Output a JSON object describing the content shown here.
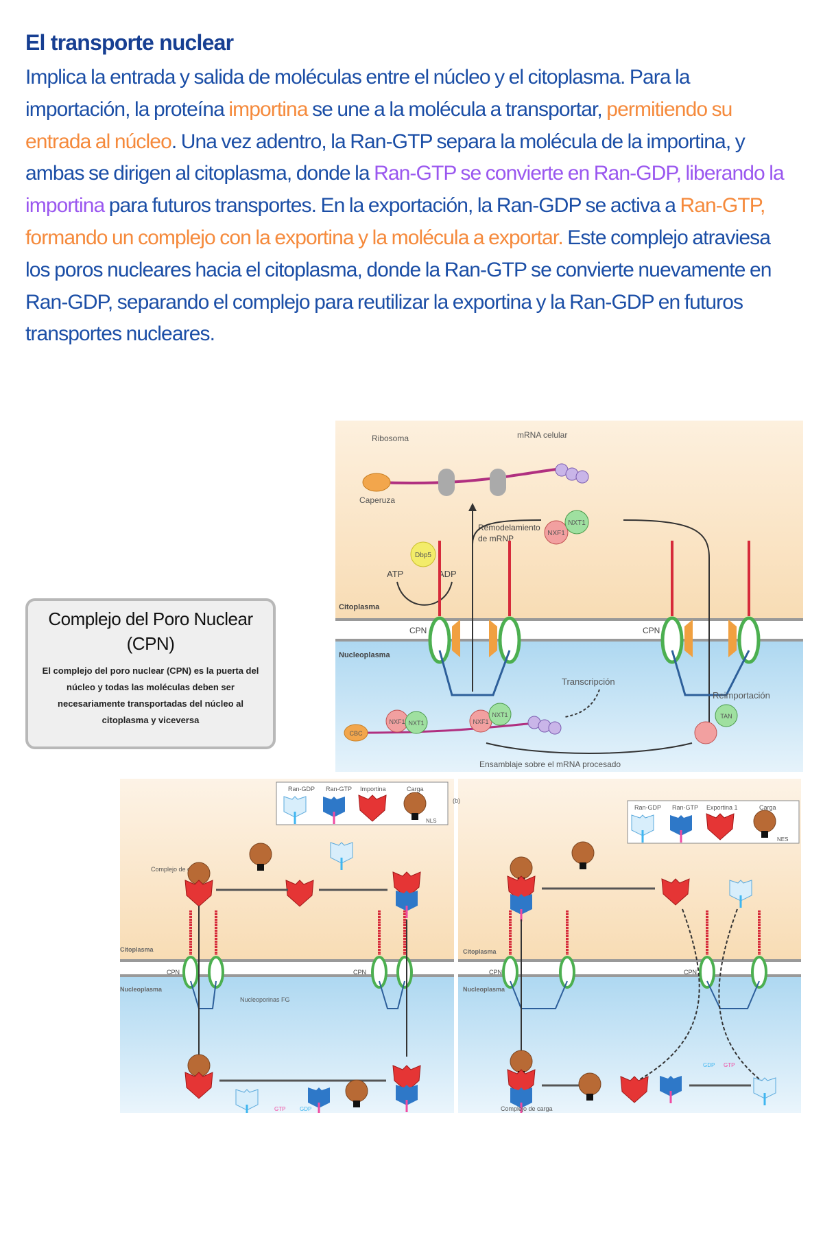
{
  "heading": "El transporte nuclear",
  "paragraph": {
    "s1": "Implica la entrada y salida de moléculas entre el núcleo y el citoplasma. Para la importación, la proteína ",
    "s2_orange": "importina",
    "s3": " se une a la molécula a transportar, ",
    "s4_orange": "permitiendo su entrada al núcleo",
    "s5": ". Una vez adentro, la Ran-GTP separa la molécula de la importina, y ambas se dirigen al citoplasma, donde la ",
    "s6_purple": "Ran-GTP se convierte en Ran-GDP, liberando la importina",
    "s7": " para futuros transportes. En la exportación, la Ran-GDP se activa a ",
    "s8_orange": "Ran-GTP, formando un complejo con la exportina y la molécula a exportar.",
    "s9": " Este complejo atraviesa los poros nucleares hacia el citoplasma, donde la Ran-GTP se convierte nuevamente en Ran-GDP, separando el complejo para reutilizar la exportina y la Ran-GDP en futuros transportes nucleares."
  },
  "colors": {
    "text": "#1b4ea6",
    "orange": "#f58a3c",
    "purple": "#9a57ef",
    "cytoplasm": "#fbe3c3",
    "nucleoplasm": "#bfe0f3"
  },
  "cpn_box": {
    "title": "Complejo del Poro Nuclear (CPN)",
    "body": "El complejo del poro nuclear (CPN) es la puerta del núcleo y todas las moléculas deben ser necesariamente transportadas del núcleo al citoplasma y viceversa"
  },
  "mrna_diagram": {
    "ribosoma": "Ribosoma",
    "mrna_celular": "mRNA celular",
    "caperuza": "Caperuza",
    "remodelamiento": "Remodelamiento",
    "de_mrnp": "de mRNP",
    "atp": "ATP",
    "adp": "ADP",
    "dbp5": "Dbp5",
    "nxt1": "NXT1",
    "nxf1": "NXF1",
    "citoplasma": "Citoplasma",
    "nucleoplasma": "Nucleoplasma",
    "cpn": "CPN",
    "transcripcion": "Transcripción",
    "reimportacion": "Reimportación",
    "tan": "TAN",
    "cbc": "CBC",
    "ensamblaje": "Ensamblaje sobre el mRNA procesado"
  },
  "transport_diagram": {
    "legend_a": [
      "Ran-GDP",
      "Ran-GTP",
      "Importina",
      "Carga"
    ],
    "legend_b": [
      "Ran-GDP",
      "Ran-GTP",
      "Exportina 1",
      "Carga"
    ],
    "nls": "NLS",
    "nes": "NES",
    "panel_b": "(b)",
    "complejo_carga": "Complejo de carga",
    "citoplasma": "Citoplasma",
    "nucleoplasma": "Nucleoplasma",
    "cpn": "CPN",
    "nucleoporinas": "Nucleoporinas FG",
    "gtp": "GTP",
    "gdp": "GDP"
  }
}
